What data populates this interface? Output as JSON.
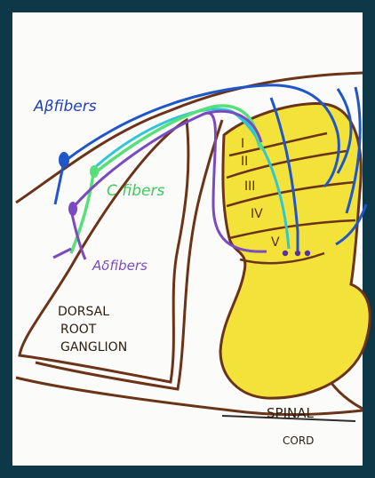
{
  "labels": {
    "abeta": "Aβfibers",
    "c": "C fibers",
    "adelta": "Aδfibers",
    "drg_line1": "DORSAL",
    "drg_line2": "ROOT",
    "drg_line3": "GANGLION",
    "spinal": "SPINAL",
    "cord": "CORD"
  },
  "laminae": [
    "I",
    "II",
    "III",
    "IV",
    "V"
  ],
  "colors": {
    "frame": "#0c3848",
    "outline": "#6b3318",
    "gray_matter": "#f3e23a",
    "abeta_fiber": "#1f56c8",
    "c_fiber": "#57e07a",
    "adelta_fiber": "#7a4ac0",
    "cyan_fiber": "#2fc6d6"
  }
}
